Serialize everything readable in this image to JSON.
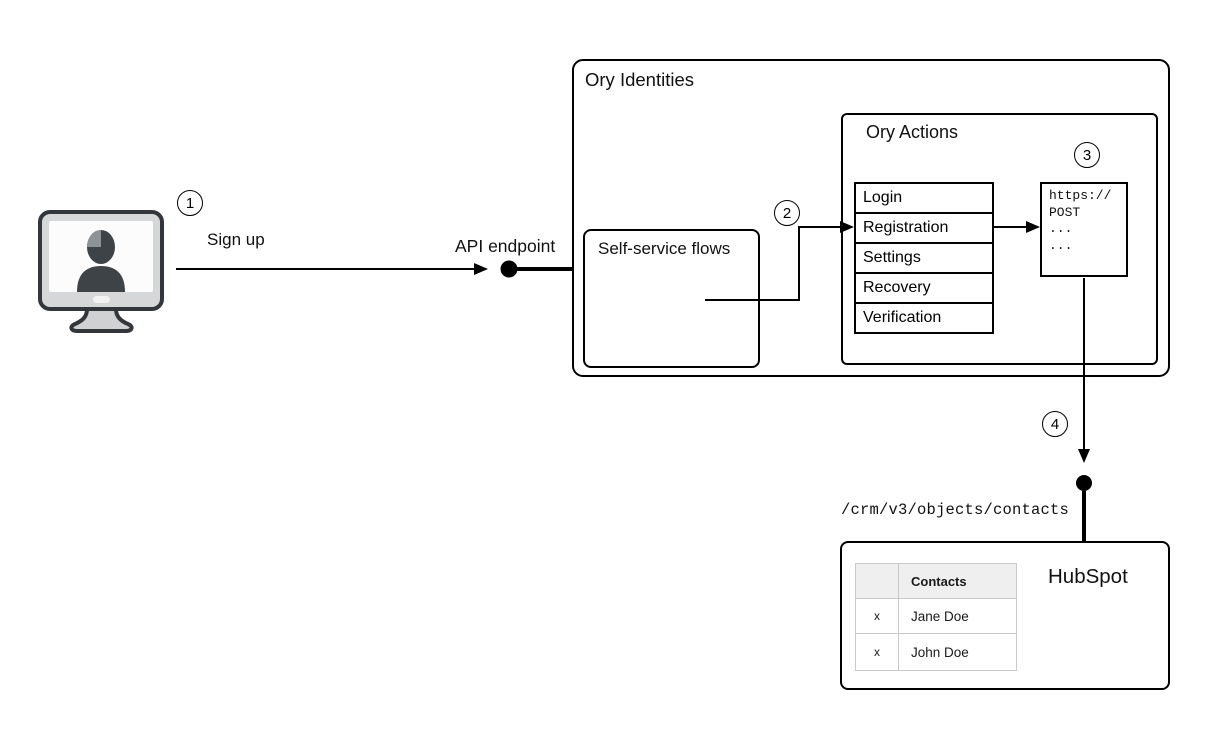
{
  "steps": {
    "one": "1",
    "two": "2",
    "three": "3",
    "four": "4"
  },
  "labels": {
    "sign_up": "Sign up",
    "api_endpoint": "API endpoint"
  },
  "ory_identities": {
    "title": "Ory Identities",
    "self_service_flows": {
      "title": "Self-service flows"
    },
    "ory_actions": {
      "title": "Ory Actions",
      "flows": [
        "Login",
        "Registration",
        "Settings",
        "Recovery",
        "Verification"
      ],
      "webhook": {
        "lines": [
          "https://",
          "POST",
          "...",
          "..."
        ]
      }
    }
  },
  "hubspot": {
    "endpoint_path": "/crm/v3/objects/contacts",
    "title": "HubSpot",
    "table": {
      "header": [
        "",
        "Contacts"
      ],
      "rows": [
        [
          "x",
          "Jane Doe"
        ],
        [
          "x",
          "John Doe"
        ]
      ]
    }
  },
  "icons": {
    "user_computer": "monitor-with-user-silhouette",
    "endpoint_dot": "filled-circle-endpoint",
    "arrow": "solid-black-arrow"
  },
  "colors": {
    "stroke": "#000000",
    "background": "#ffffff",
    "table_border": "#c9c9c9",
    "table_header_bg": "#efefef",
    "monitor_frame": "#d6d7d8",
    "monitor_screen": "#fcfcfc",
    "monitor_silhouette": "#3e4347"
  }
}
